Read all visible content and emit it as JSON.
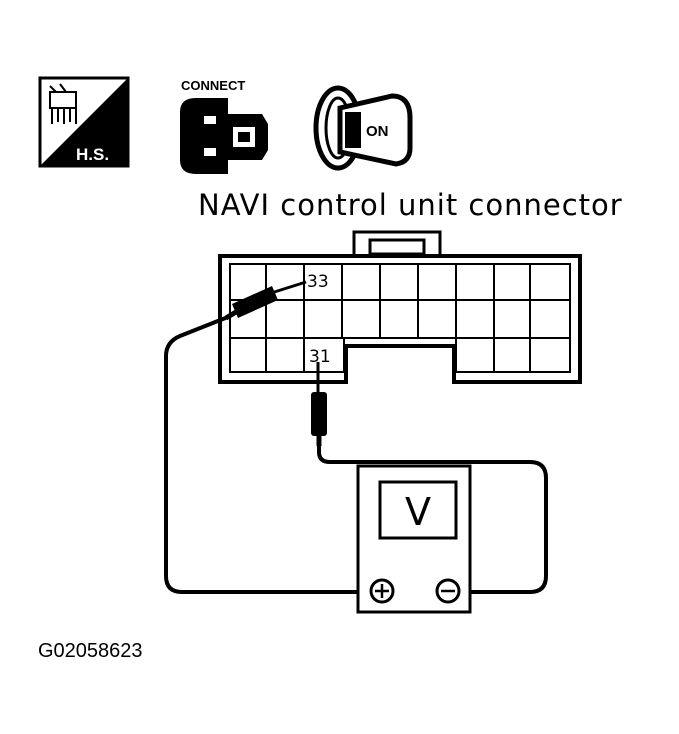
{
  "icons": {
    "hs_label": "H.S.",
    "connect_label": "CONNECT",
    "key_label": "ON"
  },
  "connector": {
    "title": "NAVI control unit connector",
    "pin_top": "33",
    "pin_bottom": "31"
  },
  "meter": {
    "display": "V",
    "positive_symbol": "+",
    "negative_symbol": "−"
  },
  "figure_id": "G02058623"
}
